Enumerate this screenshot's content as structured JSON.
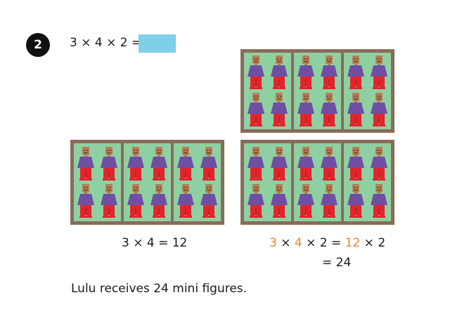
{
  "question": {
    "number": "2",
    "equation": "3 × 4 × 2 ="
  },
  "colors": {
    "answer_box": "#7fcfe6",
    "tray_frame": "#8a6b58",
    "compartment": "#8fd0a3",
    "figure_torso": "#6f4fa3",
    "figure_legs": "#e0262c",
    "figure_head": "#b57e54",
    "highlight": "#e8852a"
  },
  "icons": {
    "tray_item": "mini-figure-icon"
  },
  "trays": {
    "compartments_per_tray": 3,
    "figures_per_compartment": 4
  },
  "left_working": {
    "line": "3 × 4 = 12"
  },
  "right_working": {
    "n3": "3",
    "op1": " × ",
    "n4": "4",
    "rest1": " × 2 = ",
    "n12": "12",
    "rest2": " × 2",
    "line2": "= 24"
  },
  "conclusion": "Lulu receives 24 mini figures."
}
